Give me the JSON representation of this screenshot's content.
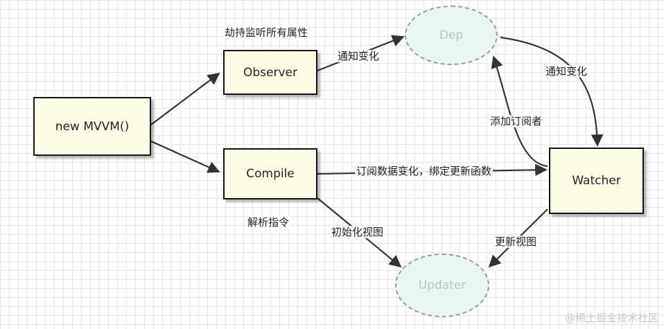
{
  "nodes": {
    "mvvm": "new MVVM()",
    "observer": "Observer",
    "compile": "Compile",
    "dep": "Dep",
    "watcher": "Watcher",
    "updater": "Updater"
  },
  "labels": {
    "hijack": "劫持监听所有属性",
    "notify_observer_dep": "通知变化",
    "notify_dep_watcher": "通知变化",
    "add_subscriber": "添加订阅者",
    "subscribe": "订阅数据变化，绑定更新函数",
    "parse_directive": "解析指令",
    "init_view": "初始化视图",
    "update_view": "更新视图"
  },
  "watermark": "@稀土掘金技术社区",
  "colors": {
    "box_fill": "#fefee6",
    "ellipse_fill": "#e8f8ee",
    "ellipse_border": "#9a9a9a",
    "arrow": "#333333"
  }
}
